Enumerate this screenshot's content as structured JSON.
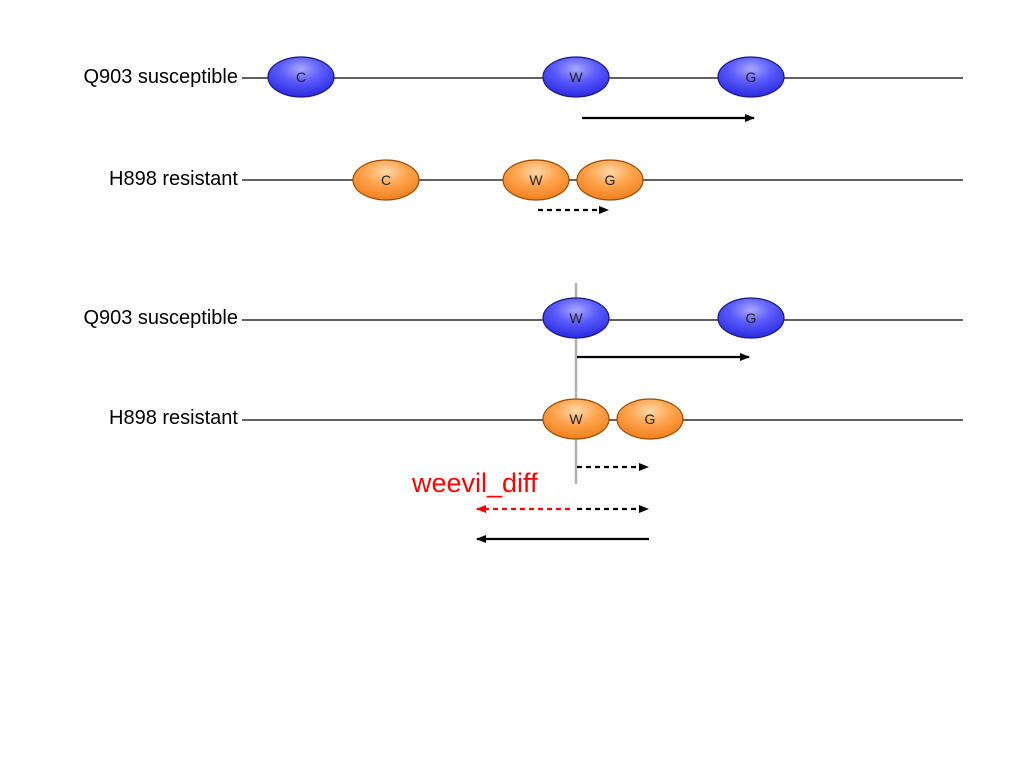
{
  "panel_1": {
    "tracks": [
      {
        "label": "Q903 susceptible",
        "color": "#4a4aff",
        "markers": [
          {
            "name": "C"
          },
          {
            "name": "W"
          },
          {
            "name": "G"
          }
        ]
      },
      {
        "label": "H898 resistant",
        "color": "#ff9a3c",
        "markers": [
          {
            "name": "C"
          },
          {
            "name": "W"
          },
          {
            "name": "G"
          }
        ]
      }
    ],
    "arrows": [
      {
        "style": "solid",
        "direction": "right",
        "color": "#000000"
      },
      {
        "style": "dashed",
        "direction": "right",
        "color": "#000000"
      }
    ]
  },
  "panel_2": {
    "tracks": [
      {
        "label": "Q903 susceptible",
        "color": "#4a4aff",
        "markers": [
          {
            "name": "W"
          },
          {
            "name": "G"
          }
        ]
      },
      {
        "label": "H898 resistant",
        "color": "#ff9a3c",
        "markers": [
          {
            "name": "W"
          },
          {
            "name": "G"
          }
        ]
      }
    ],
    "alignment_line_color": "#b0b0b0",
    "difference_label": "weevil_diff",
    "difference_label_color": "#ff0000",
    "arrows": [
      {
        "style": "solid",
        "direction": "right",
        "color": "#000000"
      },
      {
        "style": "dashed",
        "direction": "right",
        "color": "#000000"
      },
      {
        "style": "dashed",
        "direction": "right",
        "color": "#000000"
      },
      {
        "style": "dashed",
        "direction": "left",
        "color": "#ff0000"
      },
      {
        "style": "solid",
        "direction": "left",
        "color": "#000000"
      }
    ]
  }
}
